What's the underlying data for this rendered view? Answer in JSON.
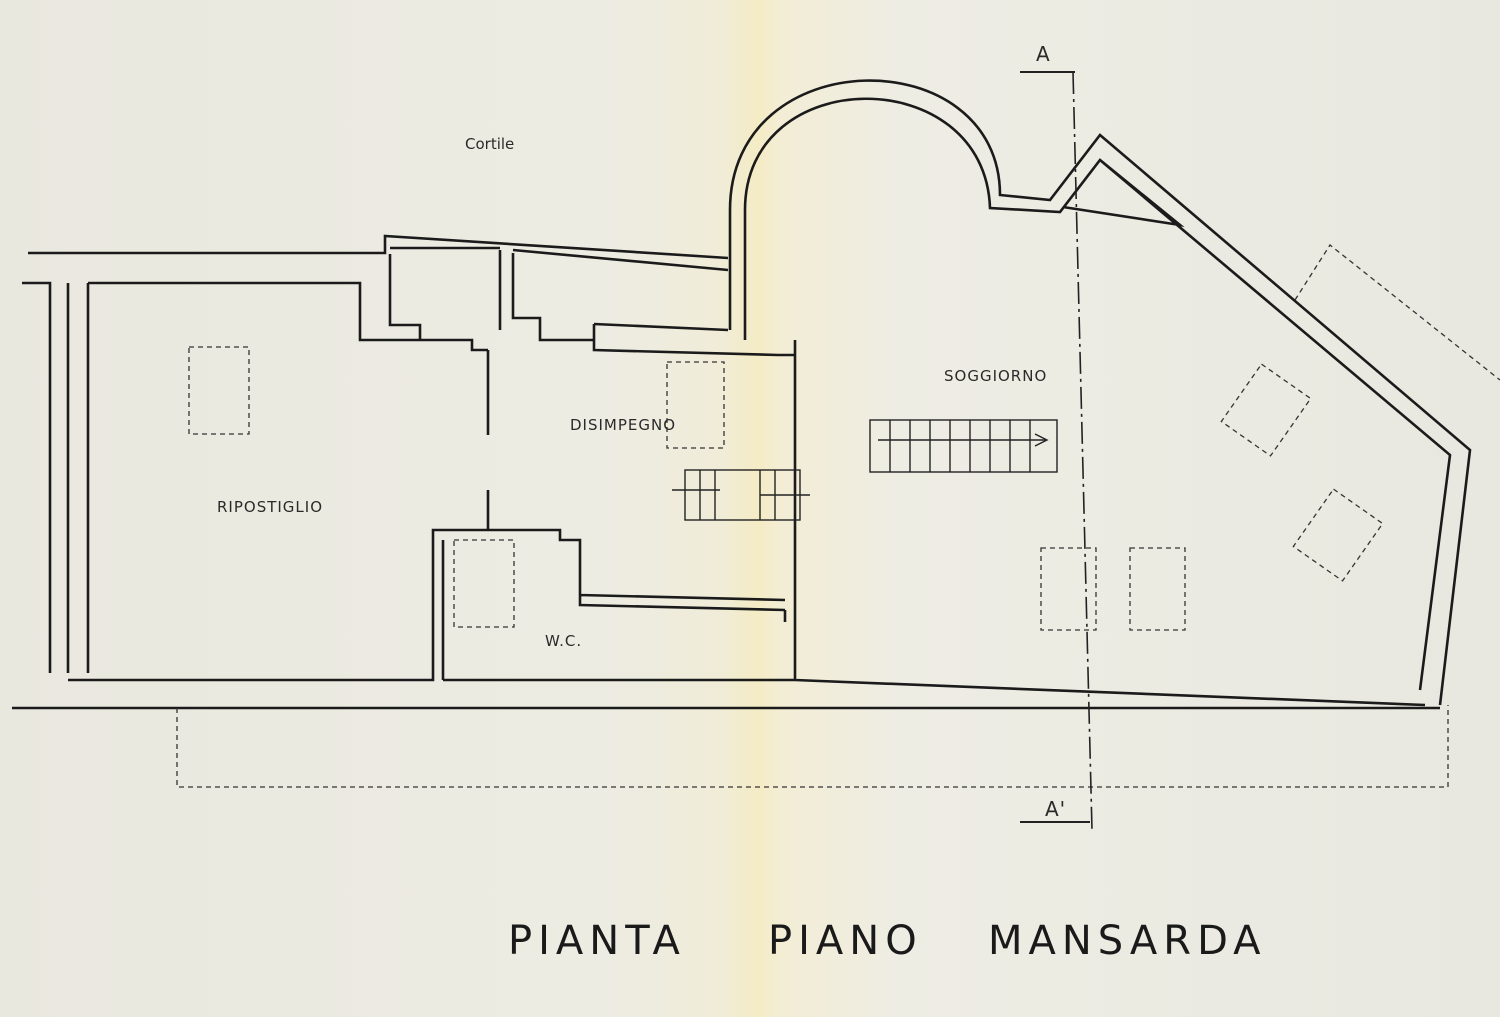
{
  "rooms": {
    "courtyard": "Cortile",
    "storage": "RIPOSTIGLIO",
    "hallway": "DISIMPEGNO",
    "wc": "W.C.",
    "living": "SOGGIORNO"
  },
  "section": {
    "start": "A",
    "end": "A'"
  },
  "title": {
    "word1": "PIANTA",
    "word2": "PIANO",
    "word3": "MANSARDA"
  }
}
